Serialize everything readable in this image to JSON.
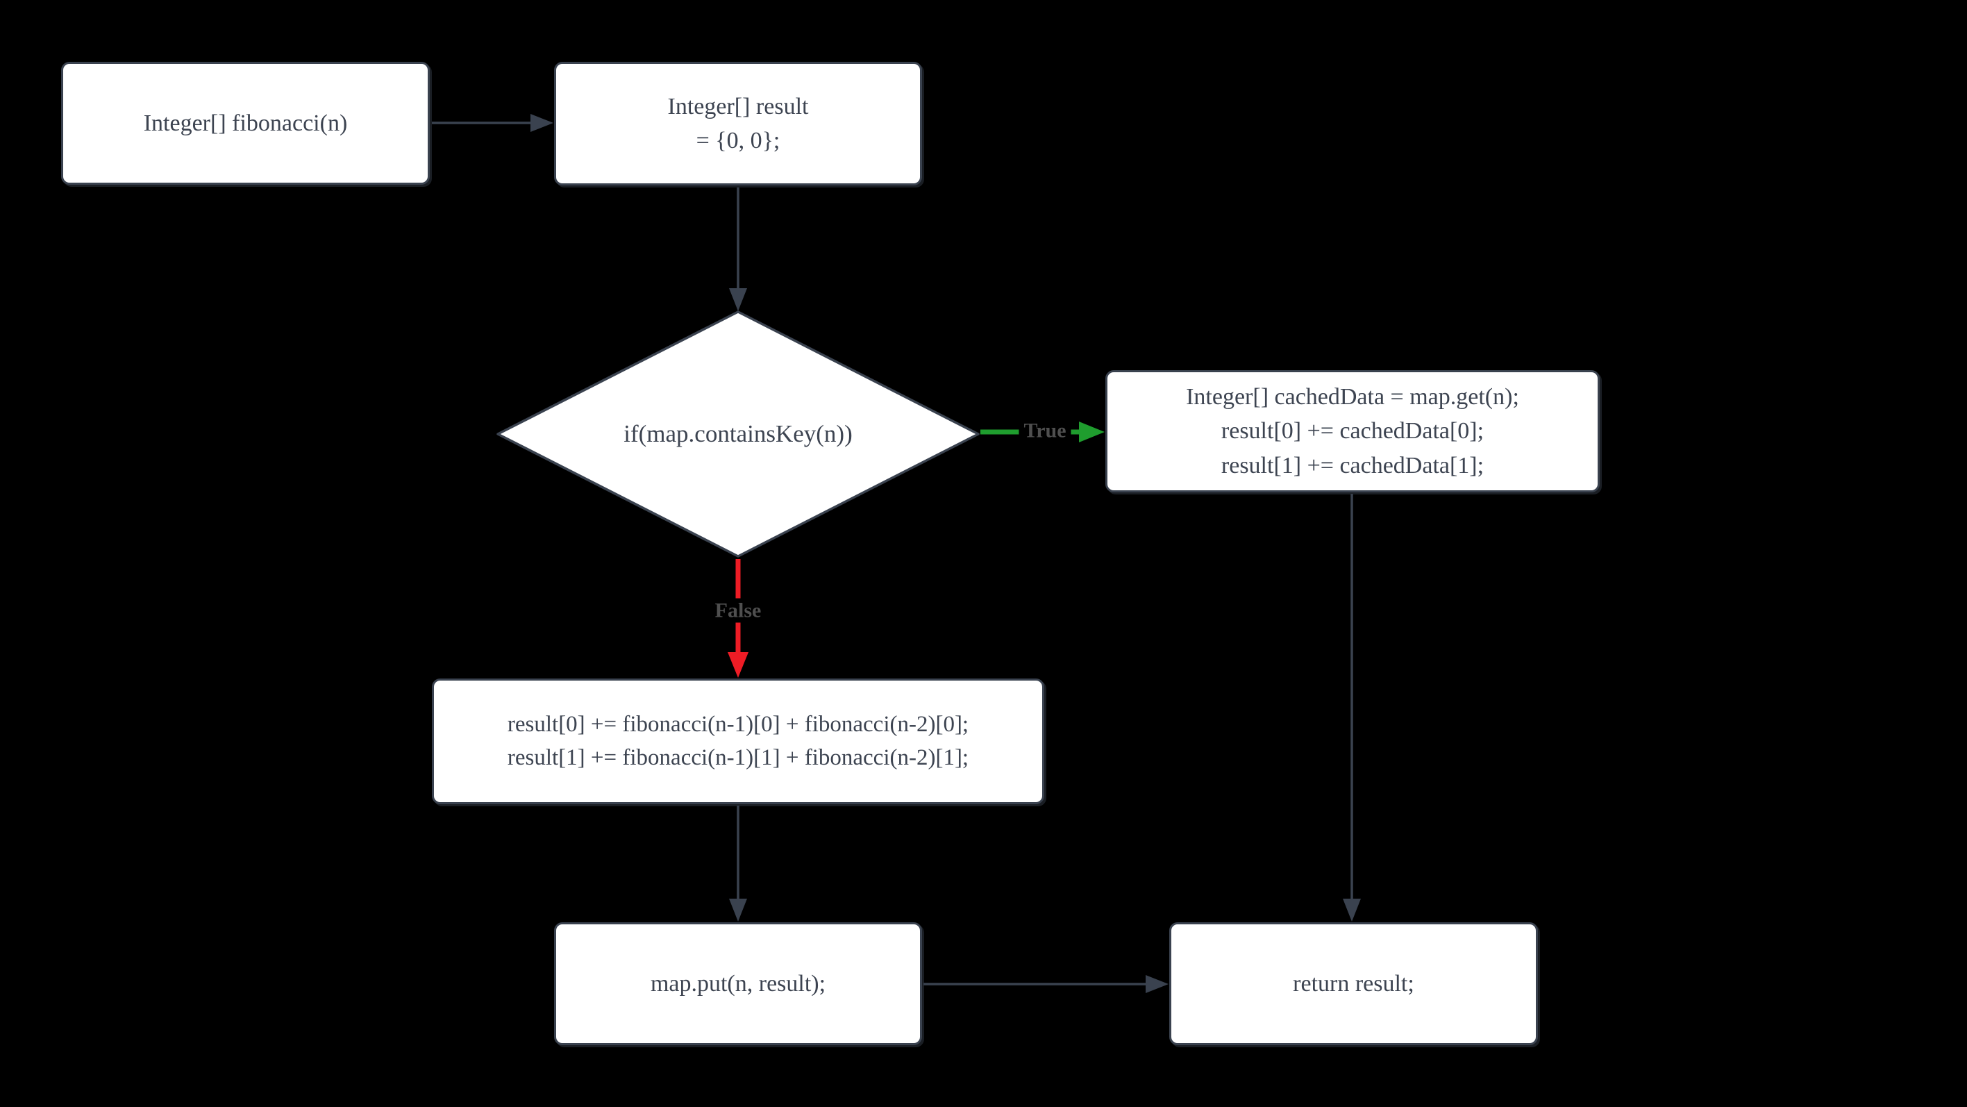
{
  "diagram": {
    "type": "flowchart",
    "colors": {
      "background": "#000000",
      "node_fill": "#ffffff",
      "node_border": "#3a424f",
      "node_text": "#3d4451",
      "edge": "#3a424f",
      "edge_true": "#1f9d2e",
      "edge_false": "#ee1c25",
      "edge_label": "#4f4f4f"
    },
    "nodes": {
      "start": {
        "text": "Integer[] fibonacci(n)"
      },
      "init": {
        "text": "Integer[] result\n= {0, 0};"
      },
      "condition": {
        "text": "if(map.containsKey(n))"
      },
      "cache_hit": {
        "text": "Integer[] cachedData = map.get(n);\nresult[0] += cachedData[0];\nresult[1] += cachedData[1];"
      },
      "recurse": {
        "text": "result[0] += fibonacci(n-1)[0] + fibonacci(n-2)[0];\nresult[1] += fibonacci(n-1)[1] + fibonacci(n-2)[1];"
      },
      "memoize": {
        "text": "map.put(n, result);"
      },
      "return_result": {
        "text": "return result;"
      }
    },
    "edge_labels": {
      "true_label": "True",
      "false_label": "False"
    }
  }
}
